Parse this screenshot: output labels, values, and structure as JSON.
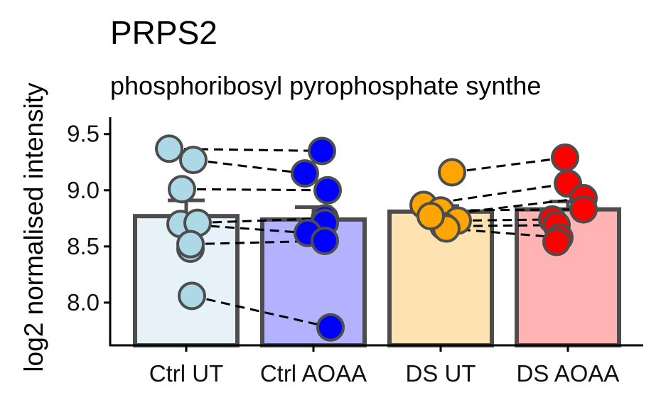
{
  "chart_data": {
    "type": "bar",
    "title": "PRPS2",
    "subtitle": "phosphoribosyl pyrophosphate synthe",
    "xlabel": "",
    "ylabel": "log2 normalised intensity",
    "ylim": [
      7.62,
      9.65
    ],
    "yticks": [
      "8.0",
      "8.5",
      "9.0",
      "9.5"
    ],
    "categories": [
      "Ctrl UT",
      "Ctrl AOAA",
      "DS UT",
      "DS AOAA"
    ],
    "values": [
      8.77,
      8.74,
      8.81,
      8.83
    ],
    "errors": [
      0.14,
      0.11,
      0.05,
      0.07
    ],
    "colors": {
      "fill": [
        "#e6f2f8",
        "#b2b2ff",
        "#fde3b2",
        "#ffb3b3"
      ],
      "points": [
        "#add8e6",
        "#0000ff",
        "#ffa500",
        "#ff0000"
      ],
      "outline": "#4d4d4d"
    },
    "grid": false,
    "points": [
      [
        9.37,
        9.27,
        9.01,
        8.7,
        8.71,
        8.48,
        8.52,
        8.06
      ],
      [
        9.35,
        9.15,
        9.0,
        8.75,
        8.71,
        8.62,
        8.55,
        7.78
      ],
      [
        9.16,
        8.87,
        8.78,
        8.82,
        8.73,
        8.68,
        8.66,
        8.77
      ],
      [
        9.29,
        9.06,
        8.93,
        8.83,
        8.74,
        8.69,
        8.58,
        8.54
      ]
    ],
    "pairs": [
      [
        9.37,
        9.35
      ],
      [
        9.27,
        9.15
      ],
      [
        9.01,
        9.0
      ],
      [
        8.7,
        8.62
      ],
      [
        8.71,
        8.75
      ],
      [
        8.52,
        8.55
      ],
      [
        8.06,
        7.78
      ],
      [
        9.16,
        9.29
      ],
      [
        8.87,
        9.06
      ],
      [
        8.78,
        8.93
      ],
      [
        8.82,
        8.83
      ],
      [
        8.73,
        8.74
      ],
      [
        8.68,
        8.69
      ],
      [
        8.66,
        8.58
      ]
    ]
  }
}
